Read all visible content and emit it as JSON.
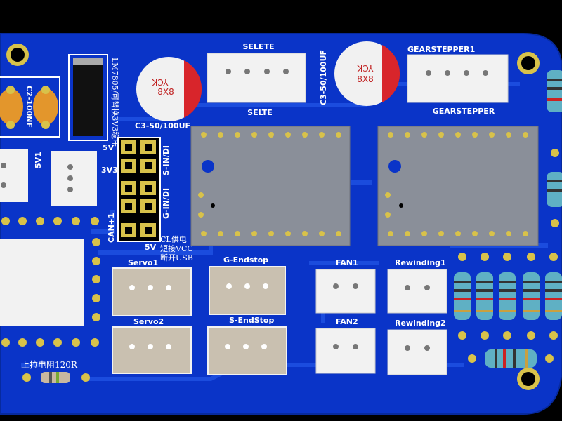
{
  "labels": {
    "selete_top": "SELETE",
    "selete_bottom": "SELTE",
    "gearstepper_top": "GEARSTEPPER1",
    "gearstepper_bottom": "GEARSTEPPER",
    "cap_left_marking": "C3-50/100UF",
    "cap_right_marking": "C3-50/100UF",
    "cap_brand": "YCK",
    "cap_value": "8X8",
    "c2_label": "C2-100NF",
    "regulator_label": "LM7805/可替换3V3稳压",
    "v5_label": "5V",
    "v3_label": "3V3",
    "v5b_label": "5V",
    "v5c_label": "5V1",
    "gin_label": "G-IN/DI",
    "sin_label": "S-IN/DI",
    "can_label": "CAN+1",
    "vcc_note_1": "CL供电",
    "vcc_note_2": "短接VCC",
    "vcc_note_3": "断开USB",
    "servo1": "Servo1",
    "servo2": "Servo2",
    "g_endstop": "G-Endstop",
    "s_endstop": "S-EndStop",
    "fan1": "FAN1",
    "fan2": "FAN2",
    "rewinding1": "Rewinding1",
    "rewinding2": "Rewinding2",
    "pullup_label": "上拉电阻120R"
  },
  "colors": {
    "board": "#0a34c8",
    "board_edge": "#0a1f7a",
    "trace": "#1a4ed8",
    "copper_pad": "#d8c24a",
    "silk": "#ffffff",
    "module": "#8a8f99",
    "connector": "#f2f2f2",
    "cap_body": "#f1f1f1",
    "cap_stripe": "#d8252b",
    "orange_cap": "#e3962c"
  }
}
